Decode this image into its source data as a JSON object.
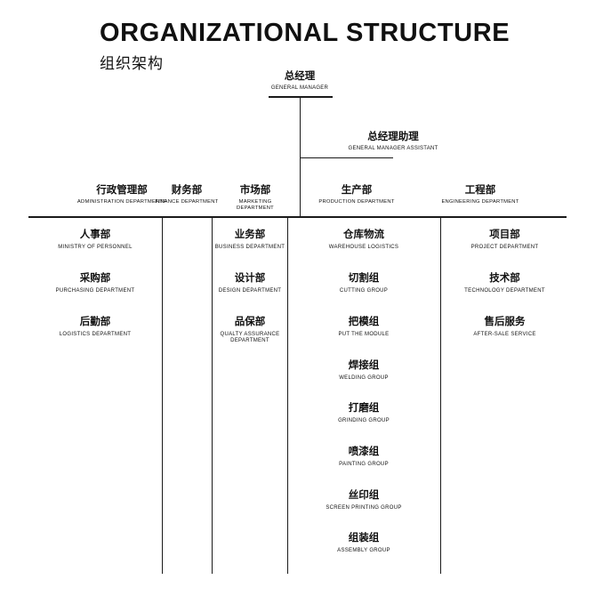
{
  "title": {
    "en": "ORGANIZATIONAL STRUCTURE",
    "cn": "组织架构"
  },
  "top": {
    "general_manager": {
      "cn": "总经理",
      "en": "GENERAL MANAGER"
    },
    "general_manager_assistant": {
      "cn": "总经理助理",
      "en": "GENERAL MANAGER ASSISTANT"
    }
  },
  "columns": [
    {
      "head": {
        "cn": "行政管理部",
        "en": "ADMINISTRATION DEPARTMENTF"
      },
      "items": [
        {
          "cn": "人事部",
          "en": "MINISTRY OF PERSONNEL"
        },
        {
          "cn": "采购部",
          "en": "PURCHASING DEPARTMENT"
        },
        {
          "cn": "后勤部",
          "en": "LOGISTICS DEPARTMENT"
        }
      ]
    },
    {
      "head": {
        "cn": "财务部",
        "en": "FINANCE DEPARTMENT"
      },
      "items": []
    },
    {
      "head": {
        "cn": "市场部",
        "en": "MARKETING DEPARTMENT"
      },
      "items": [
        {
          "cn": "业务部",
          "en": "BUSINESS DEPARTMENT"
        },
        {
          "cn": "设计部",
          "en": "DESIGN DEPARTMENT"
        },
        {
          "cn": "品保部",
          "en": "QUALTY ASSURANCE DEPARTMENT"
        }
      ]
    },
    {
      "head": {
        "cn": "生产部",
        "en": "PRODUCTION DEPARTMENT"
      },
      "items": [
        {
          "cn": "仓库物流",
          "en": "WAREHOUSE LOGISTICS"
        },
        {
          "cn": "切割组",
          "en": "CUTTING GROUP"
        },
        {
          "cn": "把模组",
          "en": "PUT THE MODULE"
        },
        {
          "cn": "焊接组",
          "en": "WELDING GROUP"
        },
        {
          "cn": "打磨组",
          "en": "GRINDING GROUP"
        },
        {
          "cn": "喷漆组",
          "en": "PAINTING GROUP"
        },
        {
          "cn": "丝印组",
          "en": "SCREEN PRINTING GROUP"
        },
        {
          "cn": "组装组",
          "en": "ASSEMBLY GROUP"
        }
      ]
    },
    {
      "head": {
        "cn": "工程部",
        "en": "ENGINEERING DEPARTMENT"
      },
      "items": [
        {
          "cn": "项目部",
          "en": "PROJECT DEPARTMENT"
        },
        {
          "cn": "技术部",
          "en": "TECHNOLOGY DEPARTMENT"
        },
        {
          "cn": "售后服务",
          "en": "AFTER-SALE SERVICE"
        }
      ]
    }
  ],
  "colors": {
    "line": "#1a1a1a",
    "text": "#111111",
    "background": "#ffffff"
  }
}
